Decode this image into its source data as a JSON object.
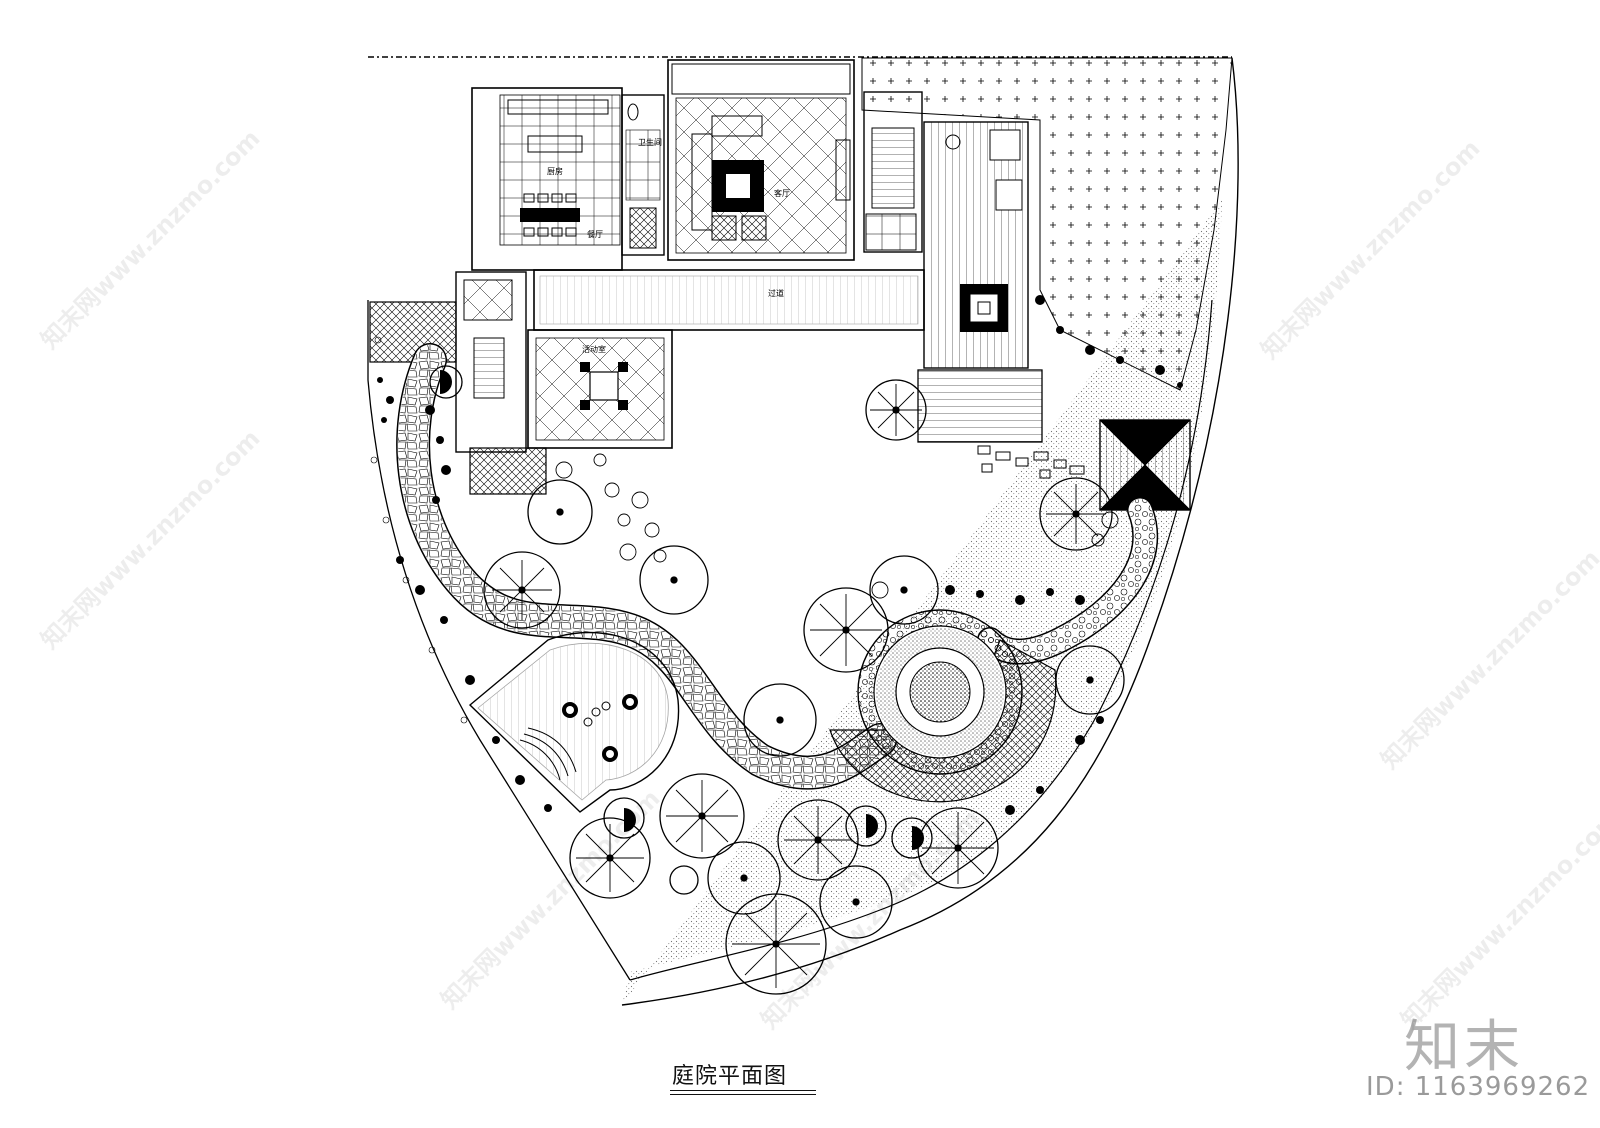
{
  "drawing": {
    "title": "庭院平面图",
    "rooms": {
      "kitchen": "厨房",
      "dining": "餐厅",
      "bathroom": "卫生间",
      "living": "客厅",
      "corridor": "过道",
      "activity": "活动室"
    }
  },
  "branding": {
    "logo": "知末",
    "image_id": "ID: 1163969262",
    "watermark": "知末网www.znzmo.com"
  },
  "colors": {
    "line": "#000000",
    "background": "#ffffff",
    "watermark": "#cccccc"
  }
}
